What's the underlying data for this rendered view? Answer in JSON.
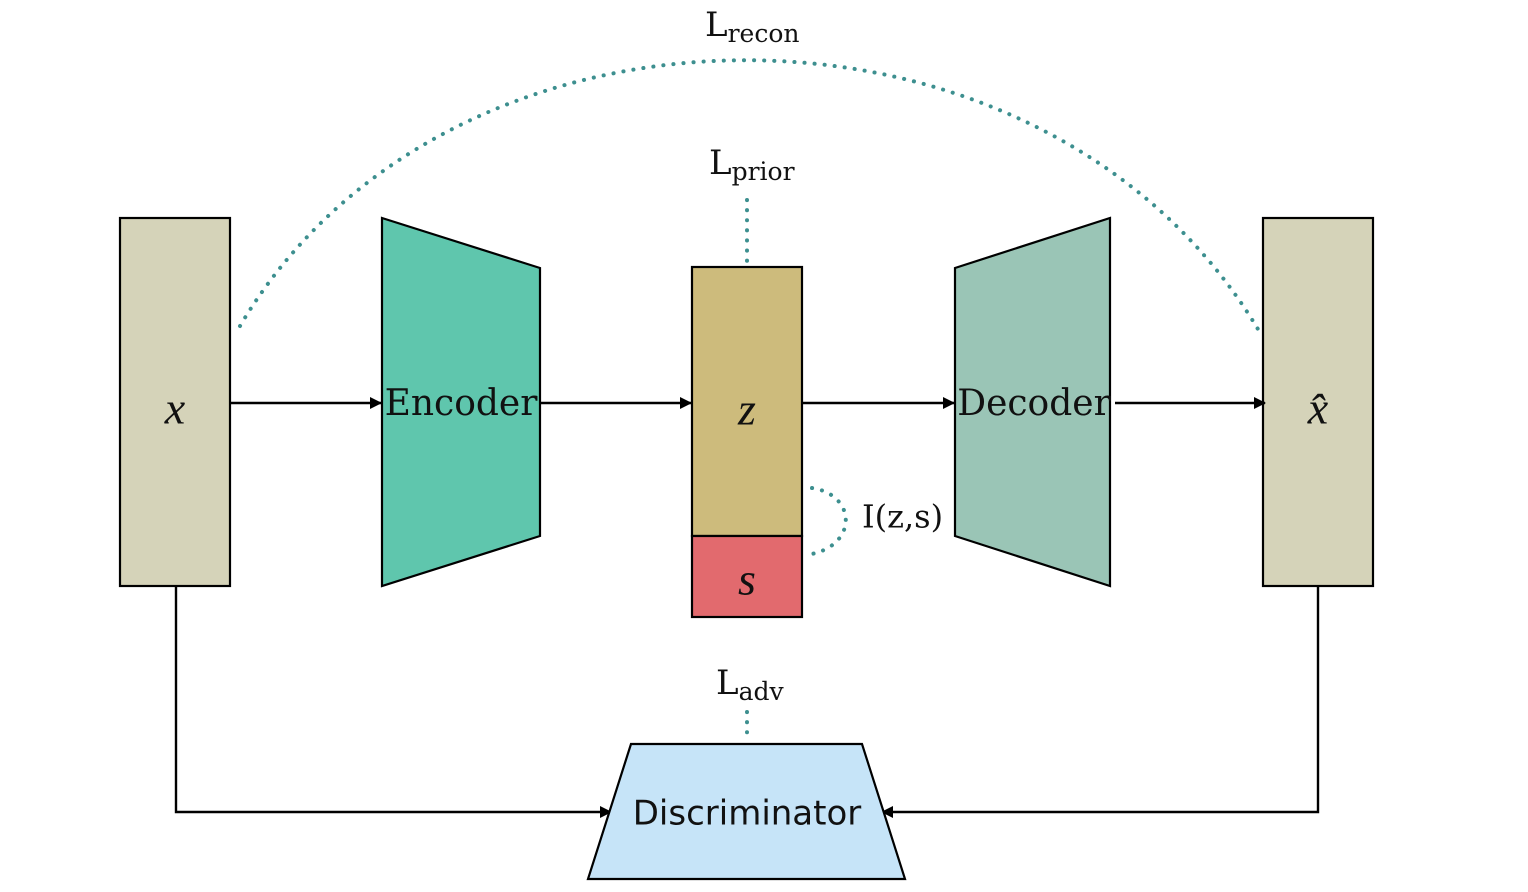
{
  "blocks": {
    "input": {
      "label": "x"
    },
    "encoder": {
      "label": "Encoder"
    },
    "latent_z": {
      "label": "z"
    },
    "latent_s": {
      "label": "s"
    },
    "decoder": {
      "label": "Decoder"
    },
    "output": {
      "label": "x̂"
    },
    "discriminator": {
      "label": "Discriminator"
    }
  },
  "losses": {
    "recon": {
      "main": "L",
      "sub": "recon"
    },
    "prior": {
      "main": "L",
      "sub": "prior"
    },
    "adv": {
      "main": "L",
      "sub": "adv"
    },
    "mutual_info": {
      "label": "I(z,s)"
    }
  },
  "colors": {
    "input_fill": "#d5d3b9",
    "encoder_fill": "#5fc6ad",
    "z_fill": "#cdbb7c",
    "s_fill": "#e26a6e",
    "decoder_fill": "#9ac5b6",
    "output_fill": "#d5d3b9",
    "discriminator_fill": "#c6e4f8",
    "loss_line": "#3d8f8f",
    "arrow": "#000000"
  }
}
